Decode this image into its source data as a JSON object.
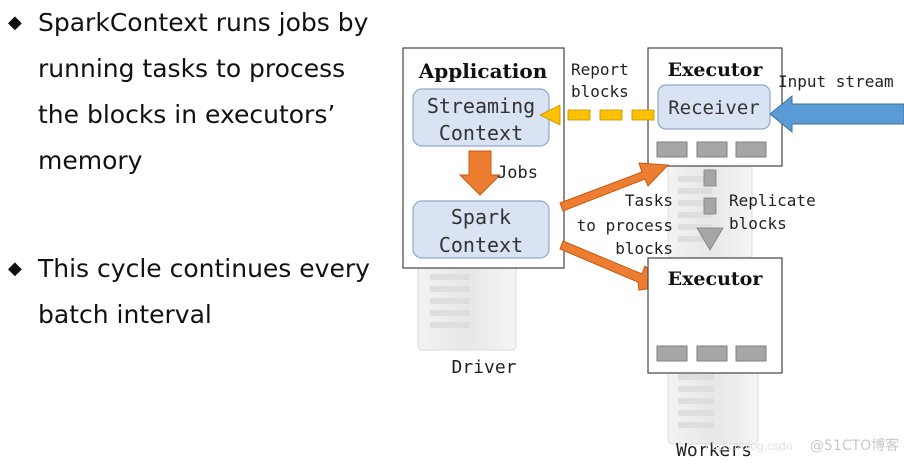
{
  "bullets": [
    {
      "lines": [
        "SparkContext runs jobs by",
        "running tasks to process",
        "the blocks in executors’",
        "memory"
      ]
    },
    {
      "lines": [
        "This cycle continues every",
        "batch interval"
      ]
    }
  ],
  "diagram": {
    "application_title": "Application",
    "streaming_context": [
      "Streaming",
      "Context"
    ],
    "spark_context": [
      "Spark",
      "Context"
    ],
    "jobs_label": "Jobs",
    "report_blocks": [
      "Report",
      "blocks"
    ],
    "executor_top_title": "Executor",
    "receiver_label": "Receiver",
    "input_stream": "Input stream",
    "replicate_blocks": [
      "Replicate",
      "blocks"
    ],
    "tasks_label": [
      "Tasks",
      "to process",
      "blocks"
    ],
    "executor_bottom_title": "Executor",
    "driver_label": "Driver",
    "workers_label": "Workers",
    "watermark": "@51CTO博客",
    "watermark_faint": "https://blog.csdn"
  },
  "colors": {
    "box_fill": "#dae3f3",
    "box_stroke": "#8ea6c9",
    "orange": "#ed7d31",
    "yellow": "#ffc000",
    "blue": "#5b9bd5",
    "gray_block": "#a6a6a6"
  }
}
